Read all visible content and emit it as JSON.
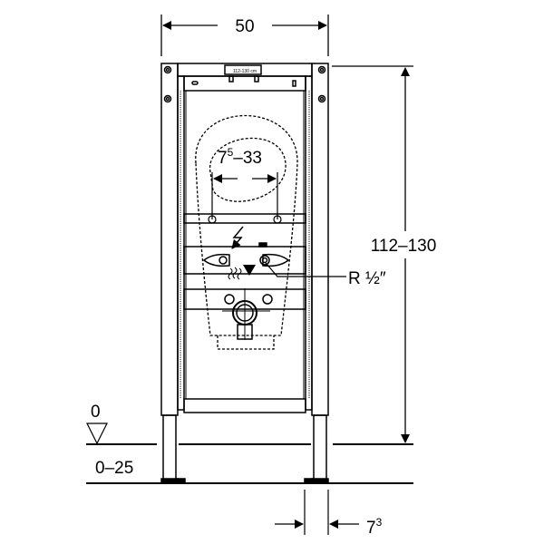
{
  "dimensions": {
    "width": "50",
    "height": "112–130",
    "flush_distance_base": "7",
    "flush_distance_sup": "5",
    "flush_distance_rest": "–33",
    "floor_level": "0",
    "floor_range": "0–25",
    "leg_offset_base": "7",
    "leg_offset_sup": "3",
    "connection": "R ½″"
  },
  "plate_label": "112-130 cm",
  "colors": {
    "line": "#000000",
    "background": "#ffffff"
  }
}
